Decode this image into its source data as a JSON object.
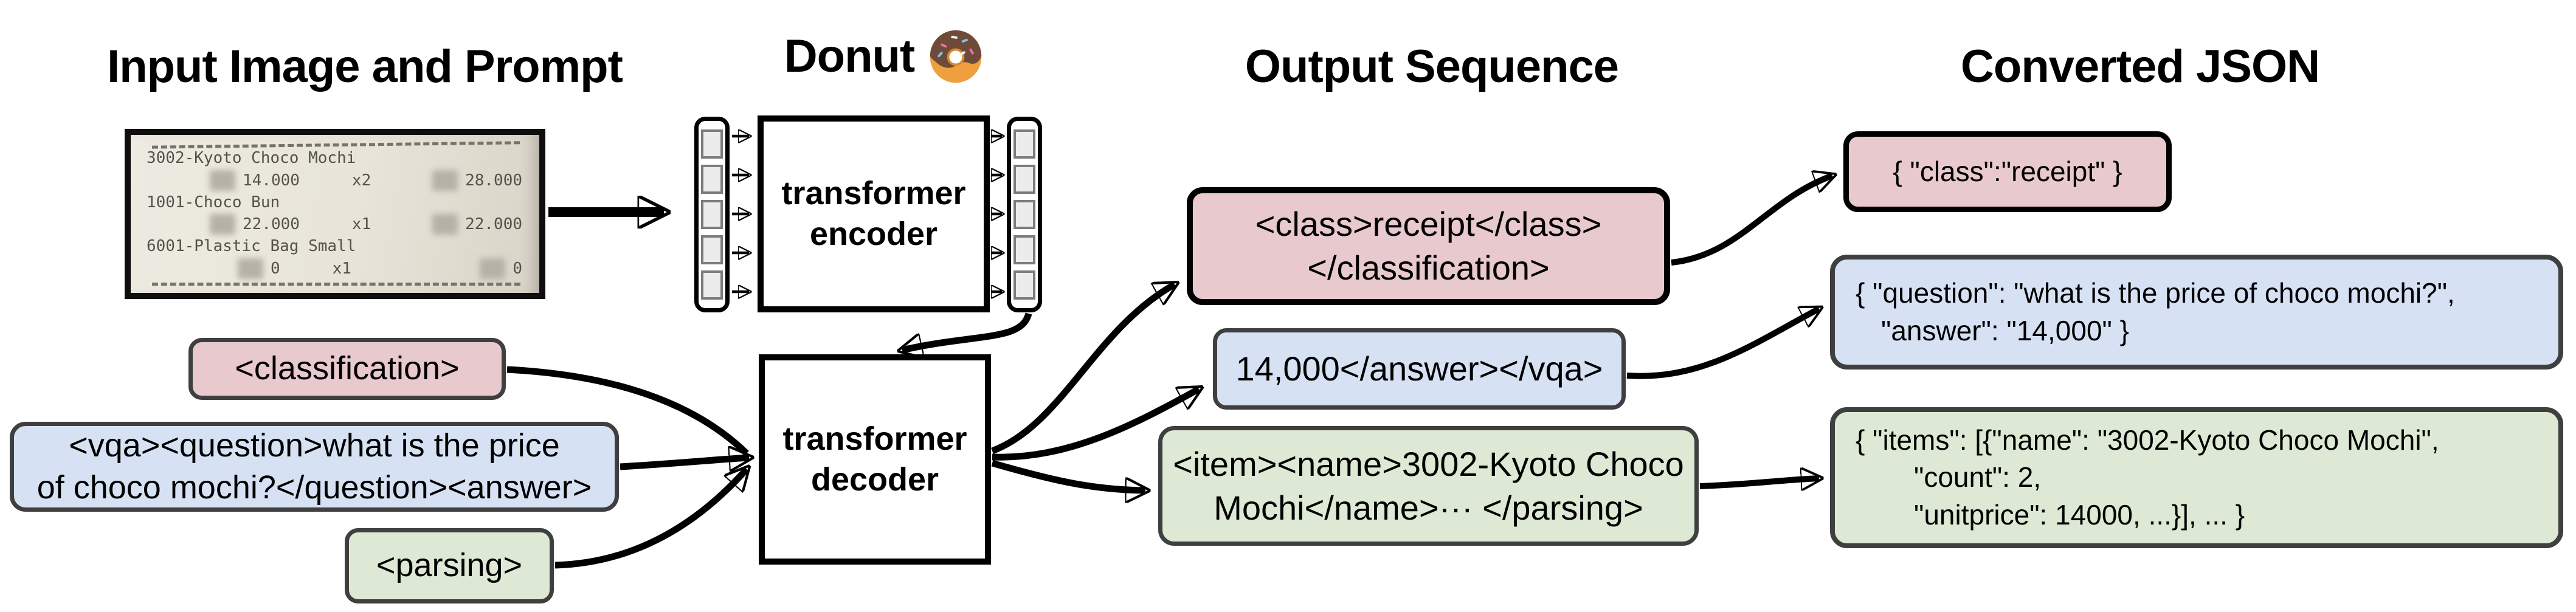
{
  "titles": {
    "input": "Input Image and Prompt",
    "model": "Donut",
    "output": "Output Sequence",
    "json": "Converted JSON"
  },
  "model": {
    "encoder_l1": "transformer",
    "encoder_l2": "encoder",
    "decoder_l1": "transformer",
    "decoder_l2": "decoder"
  },
  "receipt": {
    "rows": [
      {
        "text": "3002-Kyoto Choco Mochi"
      },
      {
        "price": "14.000",
        "qty": "x2",
        "total": "28.000"
      },
      {
        "text": "1001-Choco Bun"
      },
      {
        "price": "22.000",
        "qty": "x1",
        "total": "22.000"
      },
      {
        "text": "6001-Plastic Bag Small"
      },
      {
        "price": "0",
        "qty": "x1",
        "total": "0"
      }
    ]
  },
  "prompts": {
    "classification": "<classification>",
    "vqa_l1": "<vqa><question>what is the price",
    "vqa_l2": "of choco mochi?</question><answer>",
    "parsing": "<parsing>"
  },
  "outputs": {
    "classification_l1": "<class>receipt</class>",
    "classification_l2": "</classification>",
    "vqa": "14,000</answer></vqa>",
    "parsing_l1": "<item><name>3002-Kyoto Choco",
    "parsing_l2": "Mochi</name>··· </parsing>"
  },
  "converted_json": {
    "classification": "{ \"class\":\"receipt\" }",
    "vqa_l1": "{ \"question\": \"what is the price of choco mochi?\",",
    "vqa_l2": "\"answer\": \"14,000\" }",
    "parsing_l1": "{ \"items\": [{\"name\": \"3002-Kyoto Choco Mochi\",",
    "parsing_l2": "\"count\": 2,",
    "parsing_l3": "\"unitprice\": 14000, ...}], ... }"
  },
  "colors": {
    "pink": "#e8c9cd",
    "blue": "#d6e2f4",
    "green": "#dde9d4",
    "border-gray": "#3f3f3f",
    "black": "#000000"
  }
}
